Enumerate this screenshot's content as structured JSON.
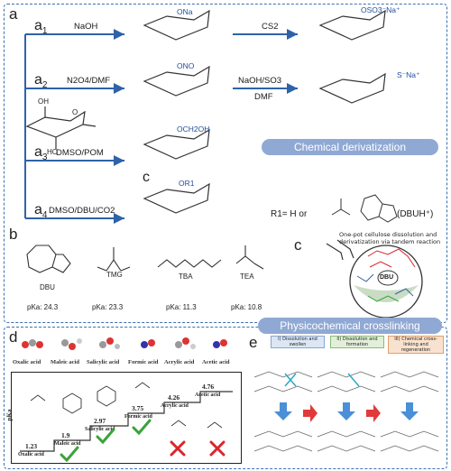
{
  "panel_a": {
    "label": "a",
    "routes": [
      {
        "id": "a1",
        "reagent": "NaOH",
        "reagent2": "CS2",
        "product1_sub": "ONa",
        "product2_sub": "OSO3⁻Na⁺"
      },
      {
        "id": "a2",
        "reagent": "N2O4/DMF",
        "reagent2": "NaOH/SO3",
        "reagent2b": "DMF",
        "product1_sub": "ONO",
        "product2_sub": "S⁻Na⁺"
      },
      {
        "id": "a3",
        "reagent": "DMSO/POM",
        "product1_sub": "OCH2OH"
      },
      {
        "id": "a4",
        "reagent": "DMSO/DBU/CO2",
        "product1_sub": "OR1"
      }
    ],
    "route_labels": {
      "a1": "a",
      "a1s": "1",
      "a2": "a",
      "a2s": "2",
      "a3": "a",
      "a3s": "3",
      "a4": "a",
      "a4s": "4"
    },
    "c_label": "c",
    "banner": "Chemical derivatization",
    "r1_def": "R1= H or",
    "r1_def_tail": "(DBUH⁺)",
    "sugar_labels": {
      "oh": "OH",
      "o": "O",
      "ho": "HO"
    }
  },
  "panel_b": {
    "label": "b",
    "bases": [
      {
        "name": "DBU",
        "pka": "pKa: 24.3"
      },
      {
        "name": "TMG",
        "pka": "pKa: 23.3"
      },
      {
        "name": "TBA",
        "pka": "pKa: 11.3"
      },
      {
        "name": "TEA",
        "pka": "pKa: 10.8"
      }
    ]
  },
  "panel_c": {
    "label": "c",
    "caption_1": "One-pot cellulose dissolution and",
    "caption_2": "derivatization via tandem reaction",
    "center": "DBU"
  },
  "banner2": "Physicochemical crosslinking",
  "panel_d": {
    "label": "d",
    "acids": [
      "Oxalic acid",
      "Maleic acid",
      "Salicylic acid",
      "Formic acid",
      "Acrylic acid",
      "Acetic acid"
    ],
    "yaxis": "pKa",
    "steps": [
      {
        "name": "Oxalic acid",
        "pka": "1.23",
        "ok": "none"
      },
      {
        "name": "Maleic acid",
        "pka": "1.9",
        "ok": "check"
      },
      {
        "name": "Salicylic acid",
        "pka": "2.97",
        "ok": "check"
      },
      {
        "name": "Formic acid",
        "pka": "3.75",
        "ok": "check"
      },
      {
        "name": "Acrylic acid",
        "pka": "4.26",
        "ok": "cross"
      },
      {
        "name": "Acetic acid",
        "pka": "4.76",
        "ok": "cross"
      }
    ]
  },
  "panel_e": {
    "label": "e",
    "stages": [
      "I) Dissolution and swollen",
      "II) Dissolution and formation",
      "III) Chemical cross-linking and regeneration"
    ]
  },
  "colors": {
    "accent": "#2f63a8",
    "banner": "#90a9d4",
    "dash": "#3d6fb0",
    "check": "#3aa33a",
    "cross": "#d9262b"
  }
}
